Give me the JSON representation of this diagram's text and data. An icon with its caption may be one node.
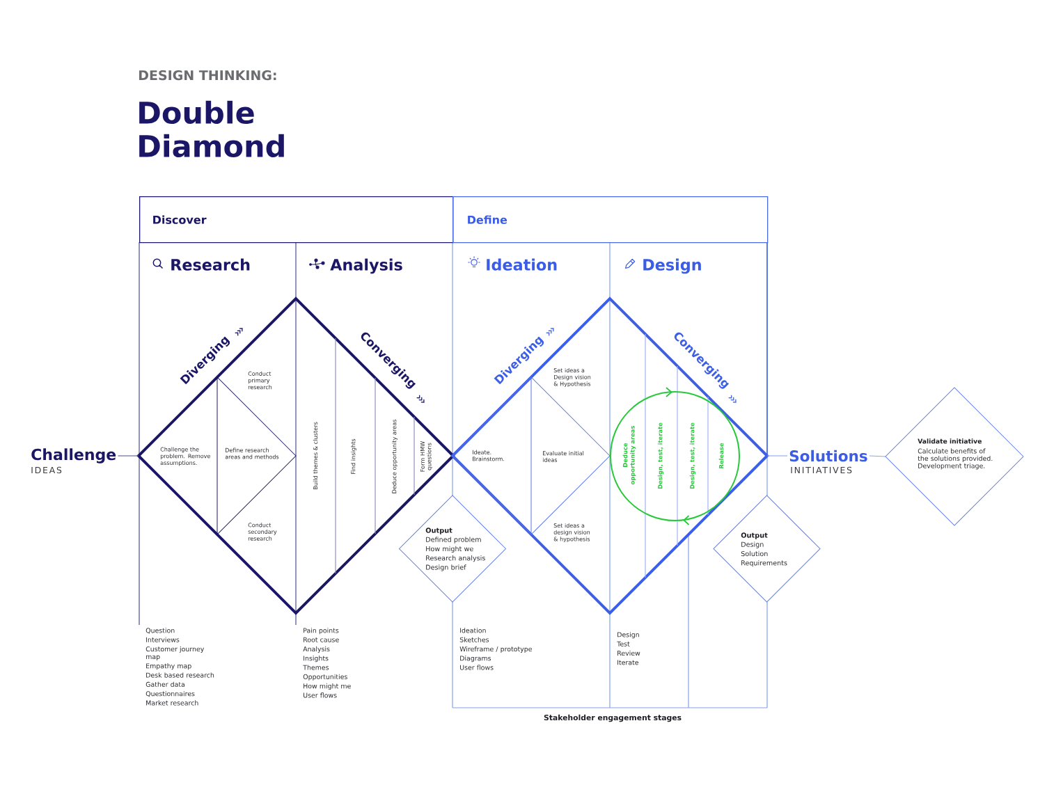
{
  "diagram": {
    "title": "Double Diamond",
    "nodes": [
      {
        "text": [
          "Discover"
        ]
      },
      {
        "text": [
          "Define"
        ]
      },
      {
        "text": [
          "Research"
        ]
      },
      {
        "text": [
          "Analysis"
        ]
      },
      {
        "text": [
          "Ideation"
        ]
      },
      {
        "text": [
          "Design"
        ]
      },
      {
        "text": [
          "Challenge",
          "IDEAS"
        ]
      },
      {
        "text": [
          "Conduct primary research",
          "Conduct secondary research",
          "Build themes & clusters",
          "Find insights",
          "Deduce opportunity areas",
          "Form HMW questions"
        ],
        "beside": [
          "Diverging",
          "Converging"
        ]
      },
      {
        "text": [
          "Challenge the problem. Remove assumptions.",
          "Define research areas and methods"
        ],
        "in": 7
      },
      {
        "text": [
          "Set ideas a Design vision & Hypothesis",
          "Set ideas a design vision & hypothesis"
        ],
        "beside": [
          "Diverging",
          "Converging"
        ]
      },
      {
        "text": [
          "Ideate. Brainstorm.",
          "Evaluate initial ideas"
        ],
        "in": 9
      },
      {
        "text": [
          "Deduce opportunity areas",
          "Design, test, iterate",
          "Design, test, iterate",
          "Release"
        ],
        "in": 9
      },
      {
        "text": [
          "Output",
          "Defined problem",
          "How might we",
          "Research analysis",
          "Design brief"
        ]
      },
      {
        "text": [
          "Output",
          "Design",
          "Solution",
          "Requirements"
        ]
      },
      {
        "text": [
          "Solutions",
          "INITIATIVES"
        ]
      },
      {
        "text": [
          "Validate initiative",
          "Calculate benefits of the solutions provided. Development triage."
        ]
      }
    ],
    "edges": [
      {
        "from": 6,
        "to": 7,
        "arrow": "none",
        "color": "#5b5a92"
      },
      {
        "from": 9,
        "to": 14,
        "arrow": "none"
      },
      {
        "from": 14,
        "to": 15,
        "arrow": "none"
      }
    ],
    "labels": [
      "DESIGN THINKING:",
      "Question",
      "Interviews",
      "Customer journey map",
      "Empathy map",
      "Desk based research",
      "Gather data",
      "Questionnaires",
      "Market research",
      "Pain points",
      "Root cause",
      "Analysis",
      "Insights",
      "Themes",
      "Opportunities",
      "How might me",
      "User flows",
      "Ideation",
      "Sketches",
      "Wireframe / prototype",
      "Diagrams",
      "User flows",
      "Design",
      "Test",
      "Review",
      "Iterate",
      "Stakeholder engagement stages"
    ]
  }
}
